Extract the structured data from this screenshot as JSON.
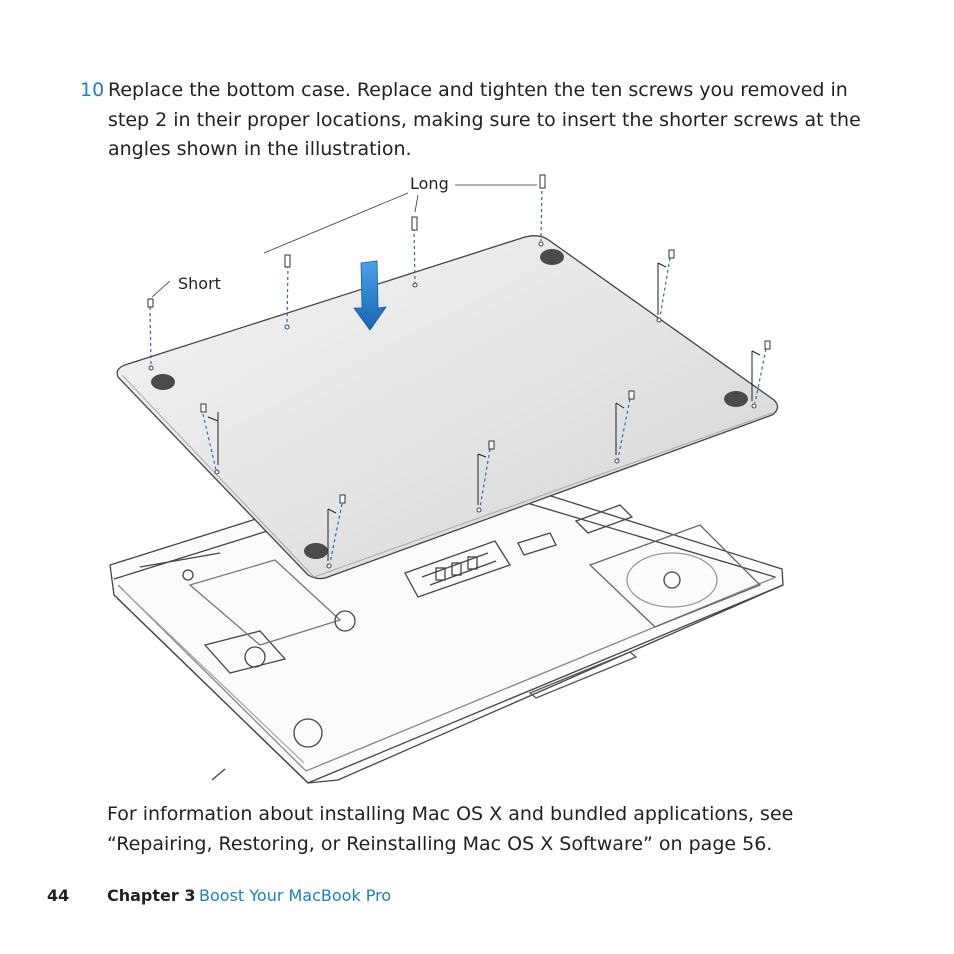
{
  "step": {
    "number": "10",
    "text": "Replace the bottom case. Replace and tighten the ten screws you removed in step 2 in their proper locations, making sure to insert the shorter screws at the angles shown in the illustration."
  },
  "illustration": {
    "label_long": "Long",
    "label_short": "Short"
  },
  "info": {
    "text": "For information about installing Mac OS X and bundled applications, see “Repairing, Restoring, or Reinstalling Mac OS X Software” on page 56."
  },
  "footer": {
    "page_number": "44",
    "chapter": "Chapter 3",
    "chapter_title": "Boost Your MacBook Pro"
  },
  "colors": {
    "accent": "#1a7fc9",
    "arrow": "#1f7ccc",
    "guide": "#2a6bb5"
  }
}
